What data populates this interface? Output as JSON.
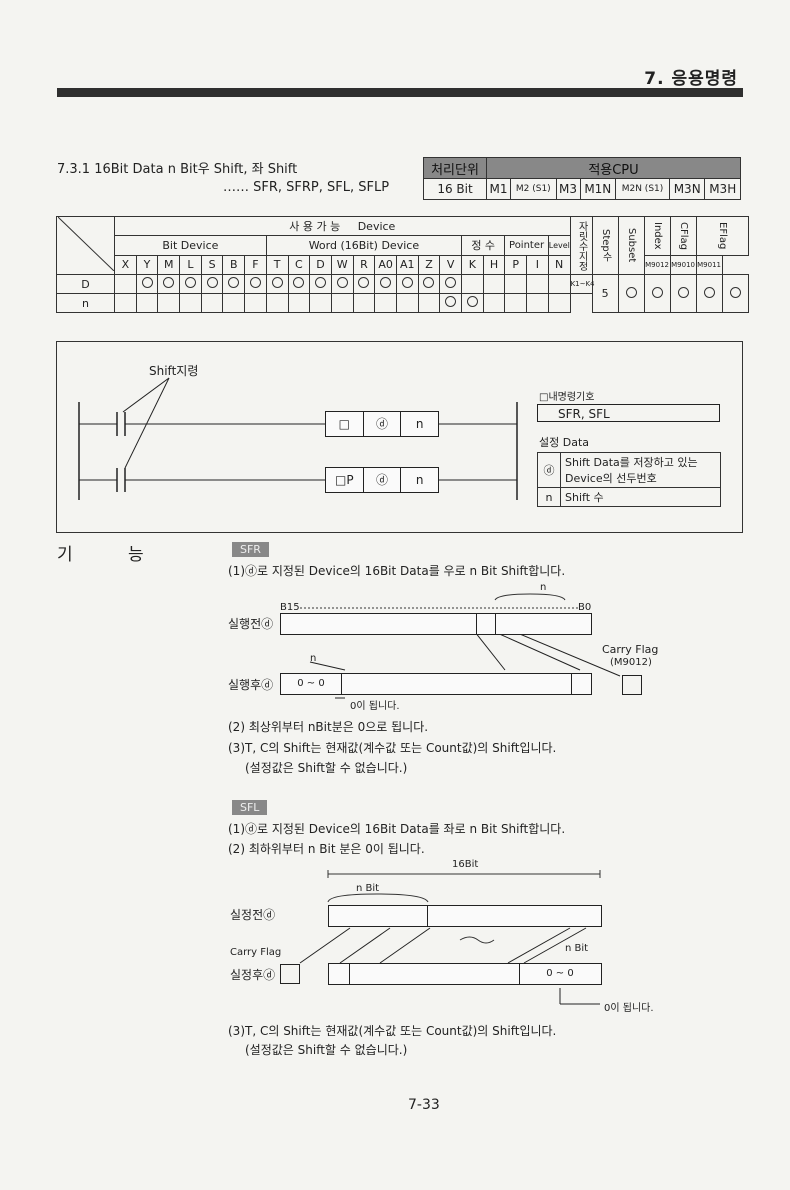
{
  "header": {
    "chapter": "7. 응용명령"
  },
  "section": {
    "number": "7.3.1",
    "title": "16Bit Data n Bit우 Shift, 좌 Shift",
    "instructions": "…… SFR, SFRP, SFL, SFLP"
  },
  "cpu_table": {
    "unit_label": "처리단위",
    "cpu_label": "적용CPU",
    "unit_value": "16 Bit",
    "cpus": [
      "M1",
      "M2 (S1)",
      "M3",
      "M1N",
      "M2N (S1)",
      "M3N",
      "M3H"
    ]
  },
  "device_table": {
    "usable": "사 용 가 능",
    "device": "Device",
    "bit_device": "Bit Device",
    "word_device": "Word (16Bit) Device",
    "const": "정 수",
    "pointer": "Pointer",
    "level": "Level",
    "digit": "자릿수지정",
    "step": "Step수",
    "subset": "Subset",
    "index": "Index",
    "carry": "CFlag",
    "error": "EFlag",
    "cols": [
      "X",
      "Y",
      "M",
      "L",
      "S",
      "B",
      "F",
      "T",
      "C",
      "D",
      "W",
      "R",
      "A0",
      "A1",
      "Z",
      "V",
      "K",
      "H",
      "P",
      "I",
      "N"
    ],
    "flag_codes": [
      "M9012",
      "M9010",
      "M9011"
    ],
    "rows": [
      {
        "name": "D",
        "digit": "K1~K4"
      },
      {
        "name": "n"
      }
    ],
    "step_value": "5"
  },
  "ladder": {
    "shift_label": "Shift지령",
    "box1": [
      "□",
      "ⓓ",
      "n"
    ],
    "box2": [
      "□P",
      "ⓓ",
      "n"
    ],
    "cmd_title": "□내명령기호",
    "cmd_value": "SFR, SFL",
    "data_title": "설정 Data",
    "legend": [
      {
        "key": "ⓓ",
        "desc1": "Shift Data를 저장하고 있는",
        "desc2": "Device의 선두번호"
      },
      {
        "key": "n",
        "desc1": "Shift 수",
        "desc2": ""
      }
    ]
  },
  "function": {
    "heading": "기 능",
    "sfr": {
      "tag": "SFR",
      "p1": "(1)ⓓ로 지정된 Device의 16Bit Data를 우로 n Bit Shift합니다.",
      "b15": "B15",
      "b0": "B0",
      "n": "n",
      "before": "실행전ⓓ",
      "after": "실행후ⓓ",
      "carry": "Carry  Flag",
      "carry_code": "(M9012)",
      "zero_range": "0 ~ 0",
      "zero_note": "0이 됩니다.",
      "p2": "(2) 최상위부터 nBit분은 0으로 됩니다.",
      "p3": "(3)T, C의 Shift는 현재값(계수값 또는 Count값)의 Shift입니다.",
      "p3b": "(설정값은 Shift할 수 없습니다.)"
    },
    "sfl": {
      "tag": "SFL",
      "p1": "(1)ⓓ로 지정된 Device의 16Bit Data를 좌로 n Bit Shift합니다.",
      "p2": "(2) 최하위부터 n Bit 분은 0이 됩니다.",
      "bits16": "16Bit",
      "nbit": "n Bit",
      "before": "실정전ⓓ",
      "after": "실정후ⓓ",
      "carry": "Carry   Flag",
      "zero_range": "0   ~   0",
      "zero_note": "0이 됩니다.",
      "p3": "(3)T, C의 Shift는 현재값(계수값 또는 Count값)의 Shift입니다.",
      "p3b": "(설정값은 Shift할 수 없습니다.)"
    }
  },
  "footer": {
    "page": "7-33"
  }
}
